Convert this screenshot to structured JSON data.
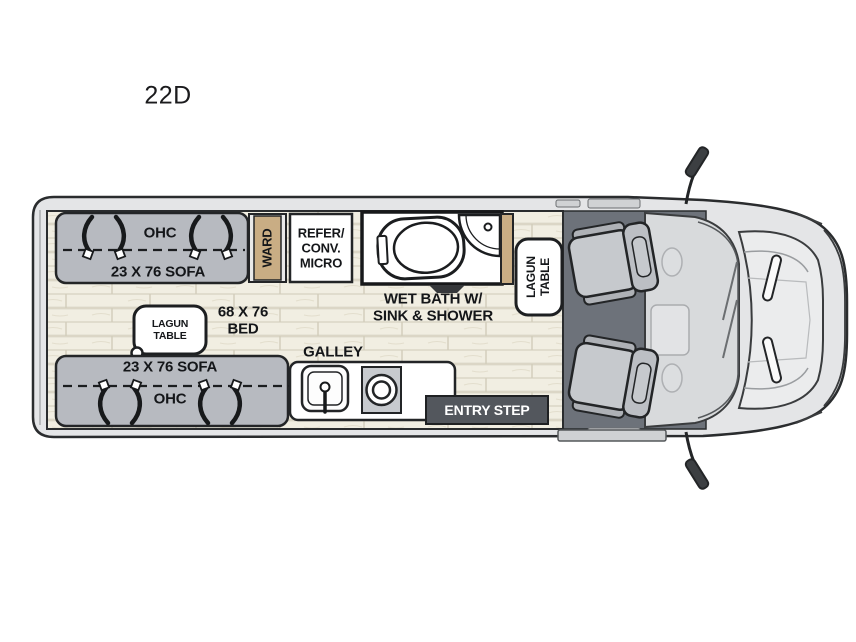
{
  "title": "22D",
  "labels": {
    "ohc_top": "OHC",
    "sofa_top": "23 X 76 SOFA",
    "ward": "WARD",
    "refer": "REFER/\nCONV.\nMICRO",
    "wet_bath": "WET BATH W/\nSINK & SHOWER",
    "lagun_right": "LAGUN\nTABLE",
    "bed": "68 X 76\nBED",
    "lagun_mid": "LAGUN\nTABLE",
    "sofa_bottom": "23 X 76 SOFA",
    "ohc_bottom": "OHC",
    "galley": "GALLEY",
    "entry_step": "ENTRY STEP"
  },
  "colors": {
    "outline": "#232527",
    "sofa_gray": "#b7bac0",
    "cabinet_tan": "#c9ad84",
    "cab_floor_gray": "#6d727a",
    "entry_step_gray": "#53575d",
    "wood_floor": "#f1eee2",
    "body_gray": "#e4e5e7"
  }
}
